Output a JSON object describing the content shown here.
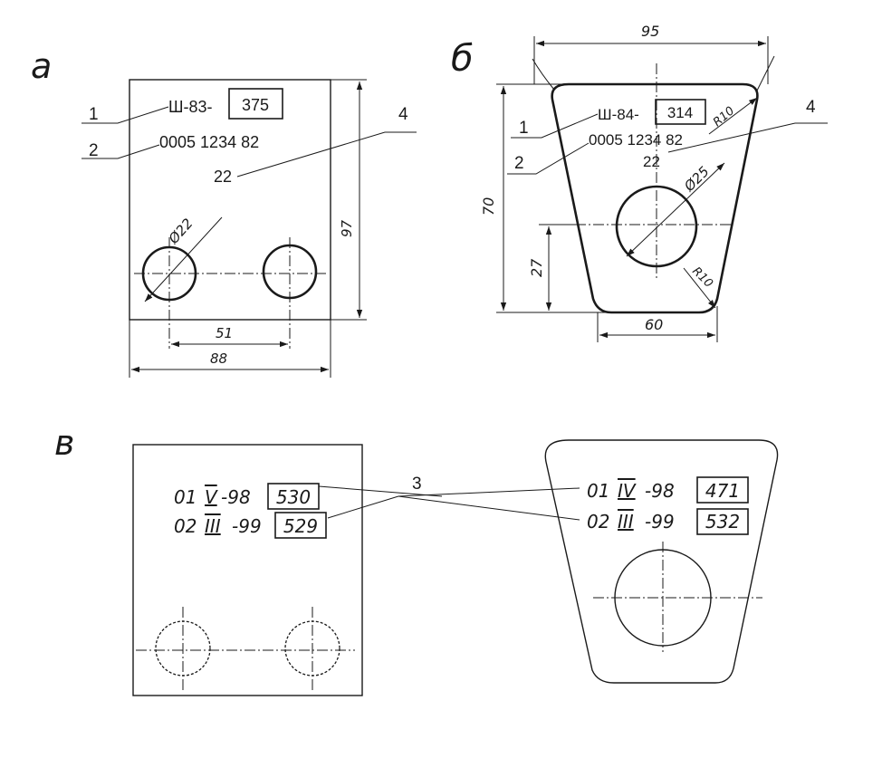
{
  "panel_a": {
    "letter": "а",
    "callouts": [
      "1",
      "2",
      "4"
    ],
    "plate_code": "Ш-83-",
    "boxed_number": "375",
    "serial": "0005 1234 82",
    "sub_number": "22",
    "dims": {
      "diameter": "Ø22",
      "hole_spacing": "51",
      "width": "88",
      "height": "97"
    }
  },
  "panel_b": {
    "letter": "б",
    "callouts": [
      "1",
      "2",
      "4"
    ],
    "plate_code": "Ш-84-",
    "boxed_number": "314",
    "serial": "0005 1234 82",
    "sub_number": "22",
    "dims": {
      "top_width": "95",
      "bottom_width": "60",
      "height": "70",
      "hole_height": "27",
      "diameter": "Ø25",
      "radius_top": "R10",
      "radius_bottom": "R10"
    }
  },
  "panel_c": {
    "letter": "в",
    "callout": "3",
    "left_rows": [
      {
        "prefix": "01",
        "roman": "V",
        "year": "-98",
        "boxed": "530"
      },
      {
        "prefix": "02",
        "roman": "III",
        "year": "-99",
        "boxed": "529"
      }
    ],
    "right_rows": [
      {
        "prefix": "01",
        "roman": "IV",
        "year": "-98",
        "boxed": "471"
      },
      {
        "prefix": "02",
        "roman": "III",
        "year": "-99",
        "boxed": "532"
      }
    ]
  }
}
